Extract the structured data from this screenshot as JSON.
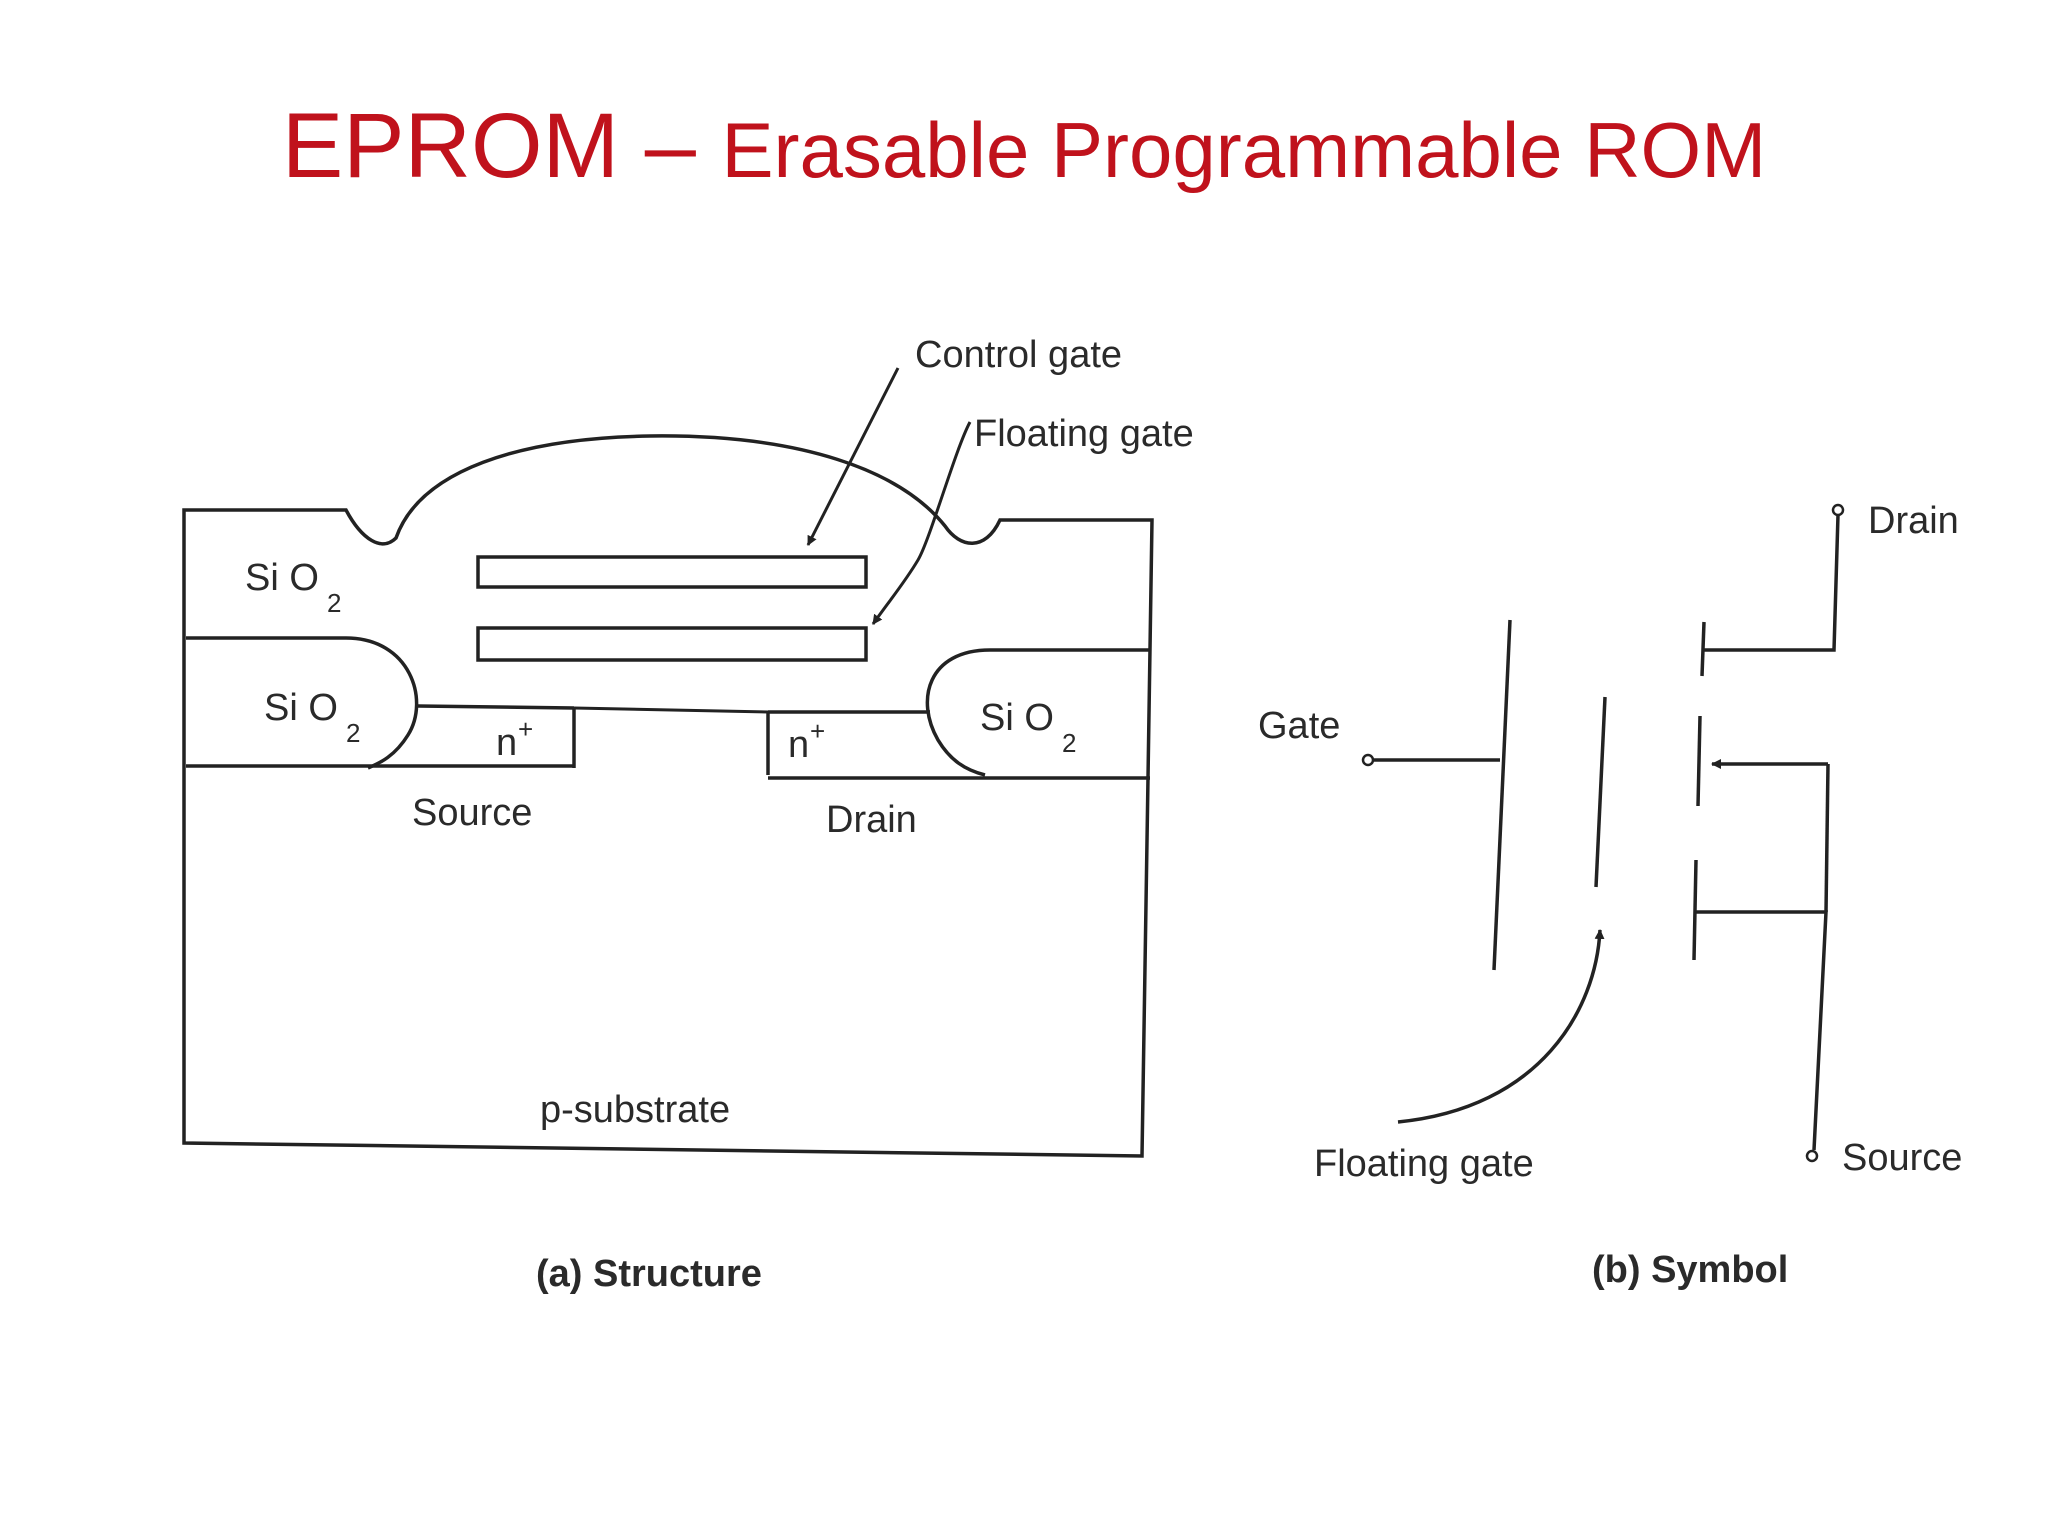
{
  "title": {
    "main": "EPROM",
    "separator": " – ",
    "sub": "Erasable Programmable ROM"
  },
  "structure": {
    "control_gate": "Control gate",
    "floating_gate": "Floating gate",
    "oxide_top_left": {
      "base": "Si O",
      "sub": "2"
    },
    "oxide_mid_left": {
      "base": "Si O",
      "sub": "2"
    },
    "oxide_mid_right": {
      "base": "Si O",
      "sub": "2"
    },
    "source_region": {
      "base": "n",
      "sup": "+"
    },
    "drain_region": {
      "base": "n",
      "sup": "+"
    },
    "source": "Source",
    "drain": "Drain",
    "substrate": "p-substrate",
    "caption": "(a) Structure"
  },
  "symbol": {
    "drain": "Drain",
    "gate": "Gate",
    "source": "Source",
    "floating_gate": "Floating gate",
    "caption": "(b) Symbol"
  },
  "colors": {
    "title": "#c0121c",
    "ink": "#222222",
    "background": "#ffffff"
  }
}
